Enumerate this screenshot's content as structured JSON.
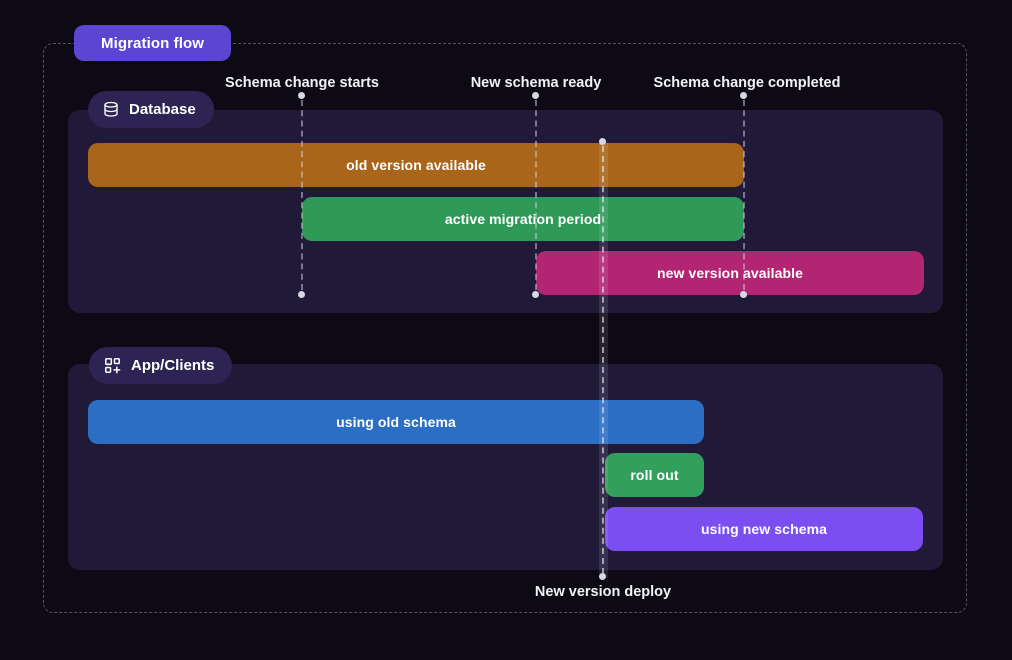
{
  "title_button": {
    "label": "Migration flow",
    "color": "#5b45d1"
  },
  "canvas": {
    "background": "#0d0a16",
    "panel_color": "#201a38",
    "pill_color": "#2d2454",
    "frame_dash_color": "rgba(174,174,192,0.45)",
    "line_color": "rgba(210,210,225,0.5)",
    "dot_color": "#d8d8e2"
  },
  "markers": [
    {
      "id": "schema-change-starts",
      "label": "Schema change starts"
    },
    {
      "id": "new-schema-ready",
      "label": "New schema ready"
    },
    {
      "id": "schema-change-completed",
      "label": "Schema change completed"
    },
    {
      "id": "new-version-deploy",
      "label": "New version deploy"
    }
  ],
  "sections": [
    {
      "label": "Database",
      "icon": "database-icon",
      "bars": [
        {
          "label": "old version available",
          "color": "#a9661a"
        },
        {
          "label": "active migration period",
          "color": "#2f9957"
        },
        {
          "label": "new version available",
          "color": "#b12573"
        }
      ]
    },
    {
      "label": "App/Clients",
      "icon": "grid-plus-icon",
      "bars": [
        {
          "label": "using old schema",
          "color": "#2b6ec4"
        },
        {
          "label": "roll out",
          "color": "#32a05c"
        },
        {
          "label": "using new schema",
          "color": "#7b4ef2"
        }
      ]
    }
  ]
}
